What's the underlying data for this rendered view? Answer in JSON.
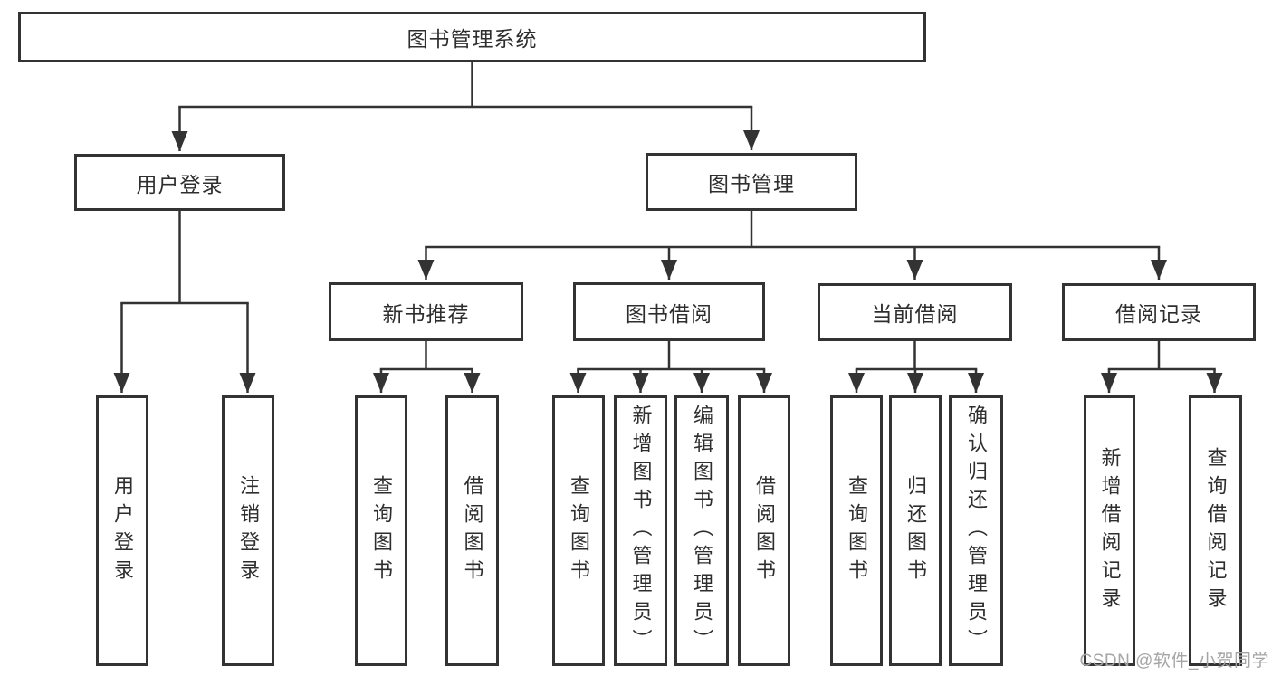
{
  "diagram": {
    "root": {
      "label": "图书管理系统"
    },
    "branches": [
      {
        "label": "用户登录",
        "children": [
          {
            "label": "用户登录"
          },
          {
            "label": "注销登录"
          }
        ]
      },
      {
        "label": "图书管理",
        "children": [
          {
            "label": "新书推荐",
            "children": [
              {
                "label": "查询图书"
              },
              {
                "label": "借阅图书"
              }
            ]
          },
          {
            "label": "图书借阅",
            "children": [
              {
                "label": "查询图书"
              },
              {
                "label": "新增图书（管理员）"
              },
              {
                "label": "编辑图书（管理员）"
              },
              {
                "label": "借阅图书"
              }
            ]
          },
          {
            "label": "当前借阅",
            "children": [
              {
                "label": "查询图书"
              },
              {
                "label": "归还图书"
              },
              {
                "label": "确认归还（管理员）"
              }
            ]
          },
          {
            "label": "借阅记录",
            "children": [
              {
                "label": "新增借阅记录"
              },
              {
                "label": "查询借阅记录"
              }
            ]
          }
        ]
      }
    ]
  },
  "watermark": {
    "text": "CSDN @软件_小贺同学"
  },
  "colors": {
    "line": "#333333",
    "box_border": "#333333",
    "text": "#2e2e2e",
    "watermark": "#a5a5a5",
    "background": "#ffffff"
  }
}
